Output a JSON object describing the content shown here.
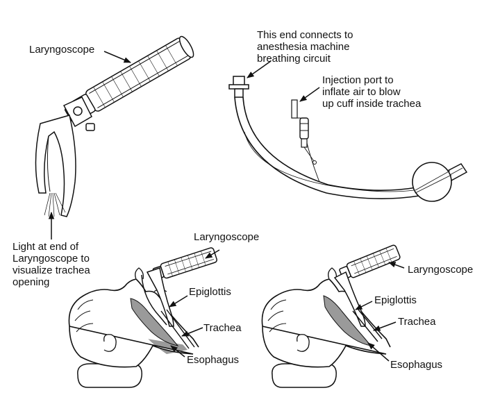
{
  "labels": {
    "laryngoscope_top": "Laryngoscope",
    "connects_end": [
      "This end connects to",
      "anesthesia machine",
      "breathing circuit"
    ],
    "injection_port": [
      "Injection port to",
      "inflate air to blow",
      "up cuff inside trachea"
    ],
    "light_end": [
      "Light at end of",
      "Laryngoscope to",
      "visualize trachea",
      "opening"
    ],
    "left_panel": {
      "laryngoscope": "Laryngoscope",
      "epiglottis": "Epiglottis",
      "trachea": "Trachea",
      "esophagus": "Esophagus"
    },
    "right_panel": {
      "laryngoscope": "Laryngoscope",
      "epiglottis": "Epiglottis",
      "trachea": "Trachea",
      "esophagus": "Esophagus"
    }
  },
  "colors": {
    "ink": "#111111",
    "throat_shade": "#9a9a9a",
    "paper": "#ffffff"
  },
  "icons": {
    "laryngoscope": "laryngoscope-drawing",
    "endotracheal_tube": "endotracheal-tube-drawing",
    "patient_head": "patient-head-profile"
  }
}
